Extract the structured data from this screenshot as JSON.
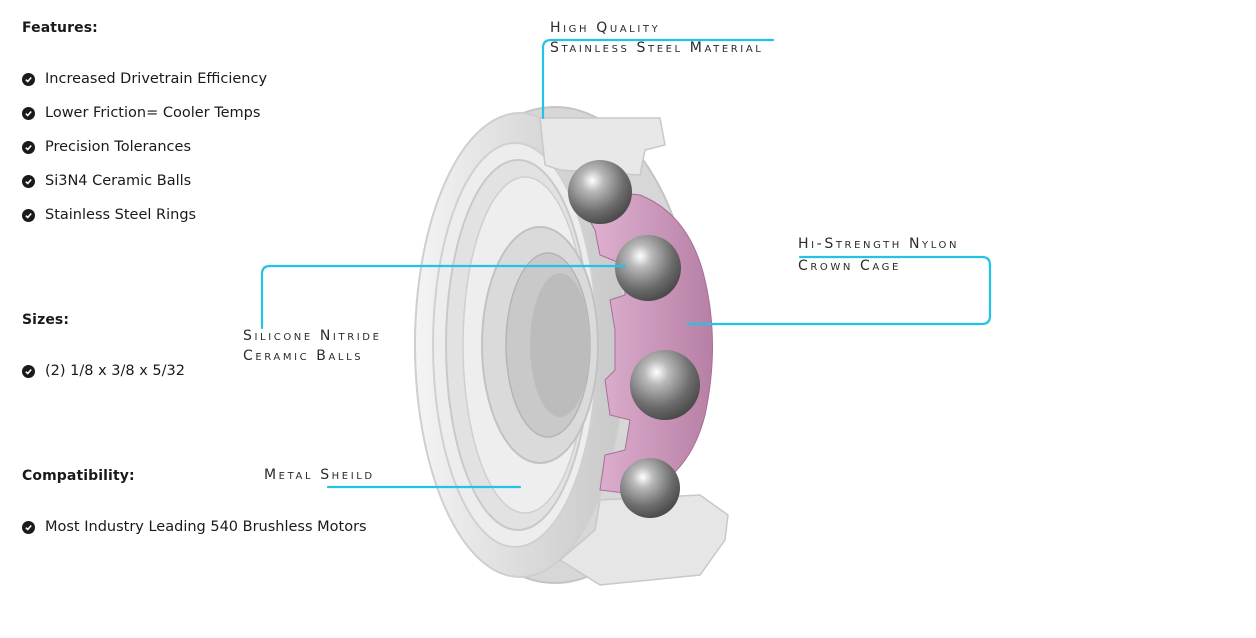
{
  "features": {
    "heading": "Features:",
    "items": [
      "Increased Drivetrain Efficiency",
      "Lower Friction= Cooler Temps",
      "Precision Tolerances",
      "Si3N4 Ceramic Balls",
      "Stainless Steel Rings"
    ]
  },
  "sizes": {
    "heading": "Sizes:",
    "items": [
      "(2) 1/8 x 3/8 x 5/32"
    ]
  },
  "compatibility": {
    "heading": "Compatibility:",
    "items": [
      "Most Industry Leading 540 Brushless Motors"
    ]
  },
  "callouts": {
    "steel": {
      "line1": "High Quality",
      "line2": "Stainless Steel Material"
    },
    "cage": {
      "line1": "Hi-Strength Nylon",
      "line2": "Crown Cage"
    },
    "balls": {
      "line1": "Silicone Nitride",
      "line2": "Ceramic Balls"
    },
    "shield": {
      "line1": "Metal Sheild"
    }
  },
  "colors": {
    "callout_line": "#22c3e6",
    "cage": "#c993b8",
    "steel": "#e6e6e6",
    "check_icon": "#1a1a1a"
  },
  "icons": {
    "bullet": "check-circle-icon"
  }
}
